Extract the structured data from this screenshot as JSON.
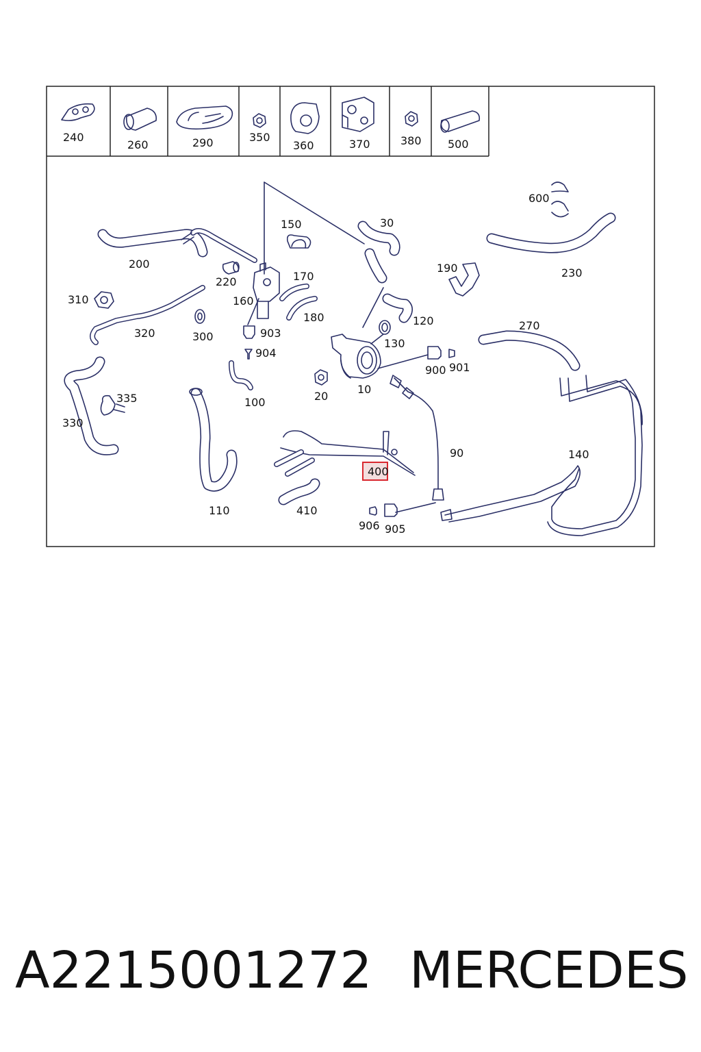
{
  "header_parts": [
    {
      "number": "240",
      "icon": "bracket-clip-icon"
    },
    {
      "number": "260",
      "icon": "sleeve-icon"
    },
    {
      "number": "290",
      "icon": "grommet-plate-icon"
    },
    {
      "number": "350",
      "icon": "hex-nut-icon"
    },
    {
      "number": "360",
      "icon": "clamp-block-icon"
    },
    {
      "number": "370",
      "icon": "mount-bracket-icon"
    },
    {
      "number": "380",
      "icon": "hex-nut-icon"
    },
    {
      "number": "500",
      "icon": "foam-tube-icon"
    }
  ],
  "callouts": {
    "p10": "10",
    "p20": "20",
    "p30": "30",
    "p90": "90",
    "p100": "100",
    "p110": "110",
    "p120": "120",
    "p130": "130",
    "p140": "140",
    "p150": "150",
    "p160": "160",
    "p170": "170",
    "p180": "180",
    "p190": "190",
    "p200": "200",
    "p220": "220",
    "p230": "230",
    "p270": "270",
    "p300": "300",
    "p310": "310",
    "p320": "320",
    "p330": "330",
    "p335": "335",
    "p400": "400",
    "p410": "410",
    "p600": "600",
    "p900": "900",
    "p901": "901",
    "p903": "903",
    "p904": "904",
    "p905": "905",
    "p906": "906"
  },
  "highlight": {
    "part": "400",
    "color": "#d9282f"
  },
  "footer": {
    "part_number": "A2215001272",
    "brand": "MERCEDES"
  },
  "colors": {
    "line": "#2a2f66",
    "frame": "#222222"
  }
}
